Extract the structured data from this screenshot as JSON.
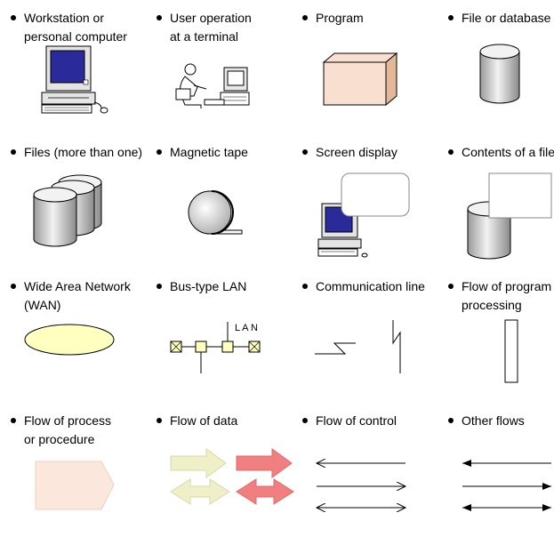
{
  "legend": {
    "row1": {
      "workstation": "Workstation or\npersonal computer",
      "user_terminal": "User operation\nat a terminal",
      "program": "Program",
      "file_db": "File or database"
    },
    "row2": {
      "files": "Files (more than one)",
      "tape": "Magnetic tape",
      "screen": "Screen display",
      "file_contents": "Contents of a file"
    },
    "row3": {
      "wan": "Wide Area Network\n(WAN)",
      "bus_lan": "Bus-type LAN",
      "comm_line": "Communication line",
      "program_flow": "Flow of program\nprocessing"
    },
    "row4": {
      "process_flow": "Flow of process\nor procedure",
      "data_flow": "Flow of data",
      "control_flow": "Flow of control",
      "other_flows": "Other flows"
    },
    "lan_text": "L A N"
  },
  "colors": {
    "program_box": "#f9dfd0",
    "wan_fill": "#ffffc0",
    "data_arrow_light": "#f0f0c8",
    "data_arrow_red": "#f08080",
    "process_shape": "#fbe7dc",
    "monitor_screen": "#2a2a9a",
    "cylinder_gray": "#c8c8c8"
  }
}
